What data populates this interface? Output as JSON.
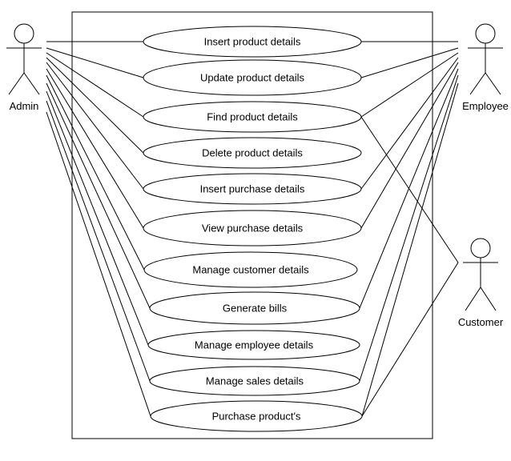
{
  "actors": {
    "admin": "Admin",
    "employee": "Employee",
    "customer": "Customer"
  },
  "use_cases": [
    "Insert product details",
    "Update product details",
    "Find product details",
    "Delete product details",
    "Insert purchase details",
    "View purchase details",
    "Manage customer details",
    "Generate bills",
    "Manage employee details",
    "Manage sales details",
    "Purchase product's"
  ],
  "associations": {
    "admin": [
      0,
      1,
      2,
      3,
      4,
      5,
      6,
      7,
      8,
      9,
      10
    ],
    "employee": [
      0,
      1,
      2,
      4,
      5,
      7,
      9,
      10
    ],
    "customer": [
      2,
      10
    ]
  },
  "colors": {
    "line": "#000000",
    "background": "#ffffff"
  }
}
